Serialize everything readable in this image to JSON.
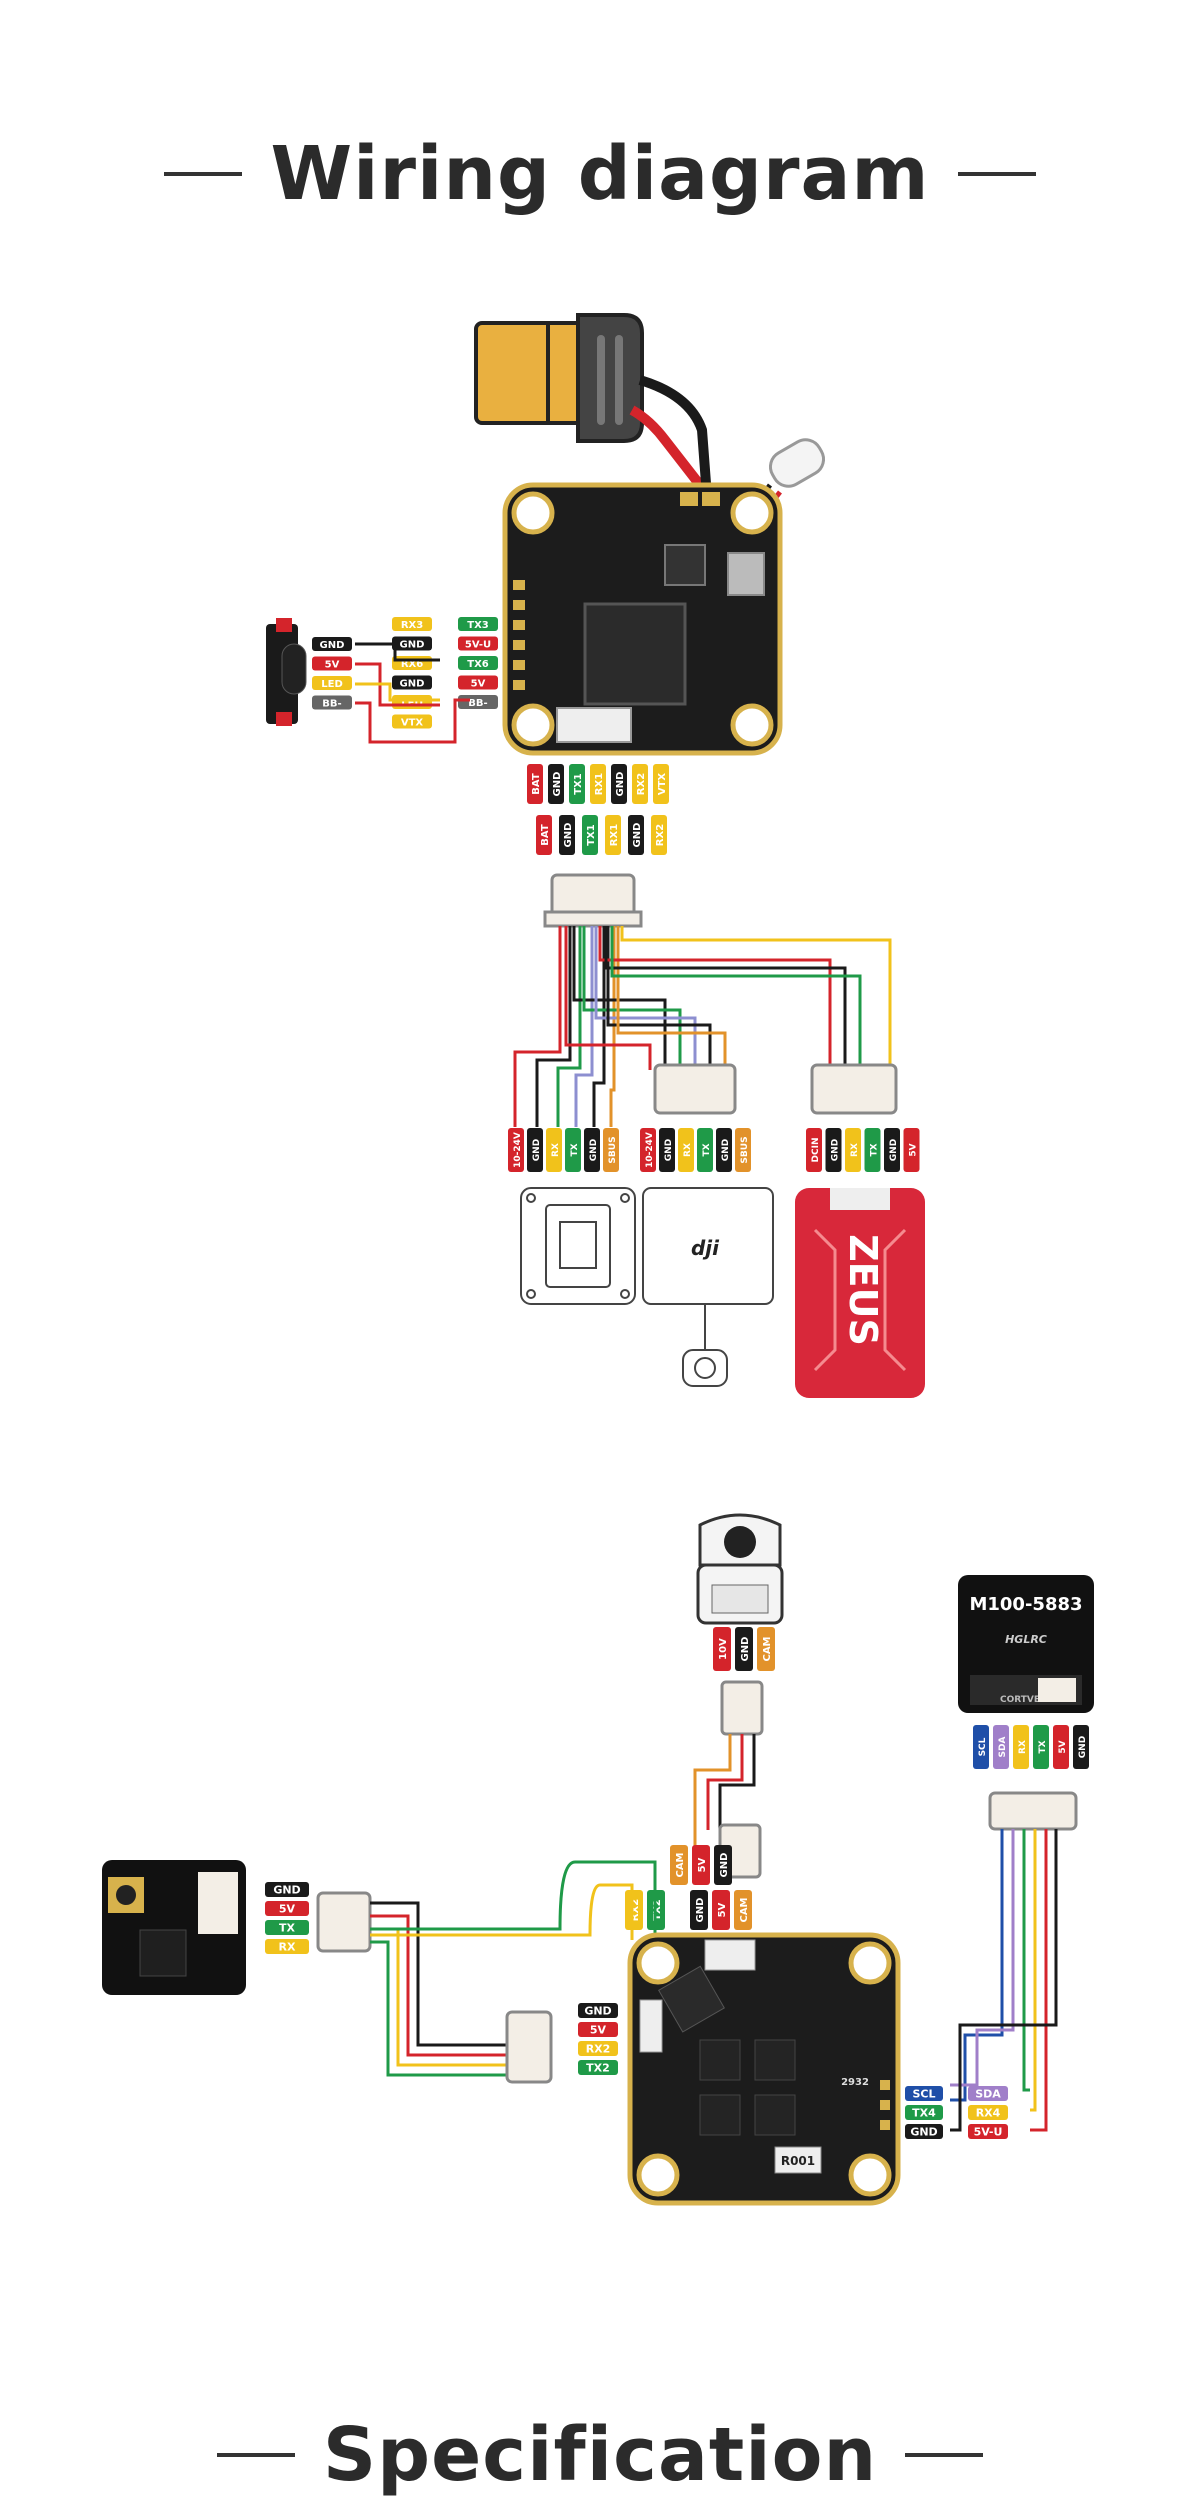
{
  "headings": {
    "wiring": "Wiring diagram",
    "spec": "Specification"
  },
  "colors": {
    "red": "#d4242b",
    "black": "#1a1a1a",
    "green": "#1f9a48",
    "yellow": "#f1c21b",
    "orange": "#e2922a",
    "blue": "#1f4fa8",
    "purple": "#a07fc9",
    "lavender": "#8d8fd0",
    "gray": "#666666",
    "board": "#1c1c1c",
    "pad": "#d7b24c",
    "zeus_red": "#d8283a"
  },
  "diagram1": {
    "buzzer_labels": [
      "GND",
      "5V",
      "LED",
      "BB-"
    ],
    "left_inner": [
      "RX3",
      "GND",
      "RX6",
      "GND",
      "LED",
      "VTX"
    ],
    "left_outer": [
      "TX3",
      "5V-U",
      "TX6",
      "5V",
      "BB-"
    ],
    "bottom_pads": [
      "BAT",
      "GND",
      "TX1",
      "RX1",
      "GND",
      "RX2",
      "VTX"
    ],
    "connector_pins": [
      "BAT",
      "GND",
      "TX1",
      "RX1",
      "GND",
      "RX2"
    ],
    "vtx_pins_1": [
      "10-24V",
      "GND",
      "RX",
      "TX",
      "GND",
      "SBUS"
    ],
    "vtx_pins_2": [
      "10-24V",
      "GND",
      "RX",
      "TX",
      "GND",
      "SBUS"
    ],
    "vtx_pins_3": [
      "DCIN",
      "GND",
      "RX",
      "TX",
      "GND",
      "5V"
    ],
    "zeus_label": "ZEUS",
    "dji_logo": "dji"
  },
  "diagram2": {
    "camera_pins": [
      "10V",
      "GND",
      "CAM"
    ],
    "fc_top_pins": [
      "CAM",
      "5V",
      "GND"
    ],
    "fc_top_pins2": [
      "GND",
      "5V",
      "CAM"
    ],
    "rx_pins_top": [
      "RX2",
      "TX2"
    ],
    "gps_pins": [
      "SCL",
      "SDA",
      "RX",
      "TX",
      "5V",
      "GND"
    ],
    "receiver_labels": [
      "GND",
      "5V",
      "TX",
      "RX"
    ],
    "fc_left_labels": [
      "GND",
      "5V",
      "RX2",
      "TX2"
    ],
    "fc_right_left": [
      "SCL",
      "TX4",
      "GND"
    ],
    "fc_right_right": [
      "SDA",
      "RX4",
      "5V-U"
    ],
    "gps_title": "M100-5883",
    "gps_brand": "HGLRC",
    "gps_sub": "CORTVE",
    "fc_chip": "R001",
    "fc_code": "2932"
  }
}
